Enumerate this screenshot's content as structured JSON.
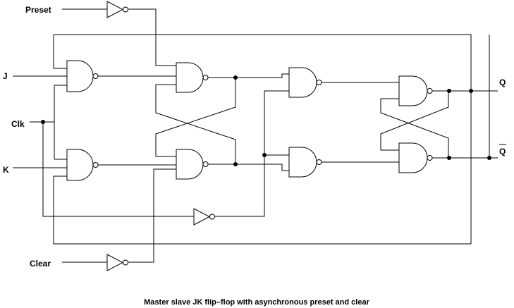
{
  "diagram": {
    "labels": {
      "preset": "Preset",
      "j": "J",
      "clk": "Clk",
      "k": "K",
      "clear": "Clear",
      "q": "Q",
      "q_bar": "Q"
    },
    "caption": "Master slave JK flip–flop with asynchronous preset and clear",
    "gates": {
      "nand_count": 8,
      "inverter_count": 3
    }
  }
}
